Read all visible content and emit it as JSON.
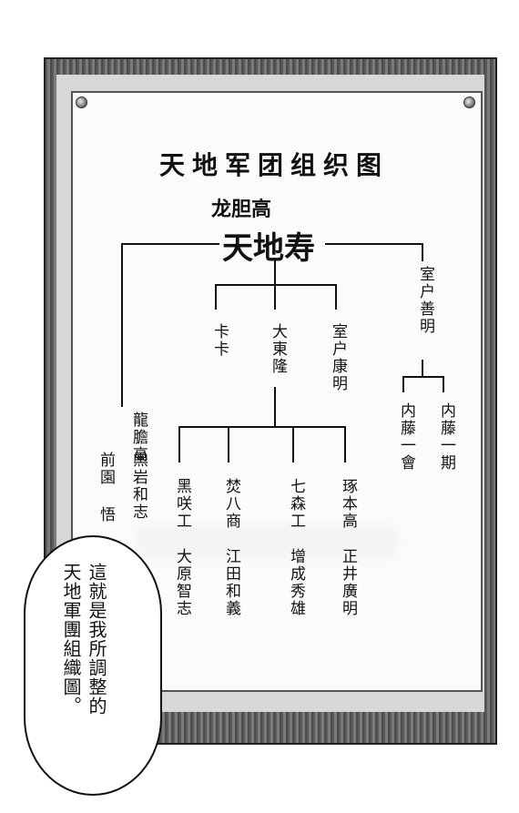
{
  "chart": {
    "title": "天地军团组织图",
    "subtitle": "龙胆高",
    "leader": "天地寿"
  },
  "members": {
    "left_col_1": "龍膽高",
    "left_col_2": "前園 悟",
    "left_col_3": "黑岩和志",
    "mid_top_1": "卡卡",
    "mid_top_2": "大東隆",
    "mid_top_3": "室户康明",
    "right_top": "室户善明",
    "right_sub_1": "内藤一期",
    "right_sub_2": "内藤一會",
    "row_1_school": "黑咲工",
    "row_1_name": "大原智志",
    "row_2_school": "焚八商",
    "row_2_name": "江田和義",
    "row_3_school": "七森工",
    "row_3_name": "增成秀雄",
    "row_4_school": "琢本高",
    "row_4_name": "正井廣明"
  },
  "speech": {
    "line_1": "這就是我所調整的",
    "line_2": "天地軍團組織圖。"
  }
}
